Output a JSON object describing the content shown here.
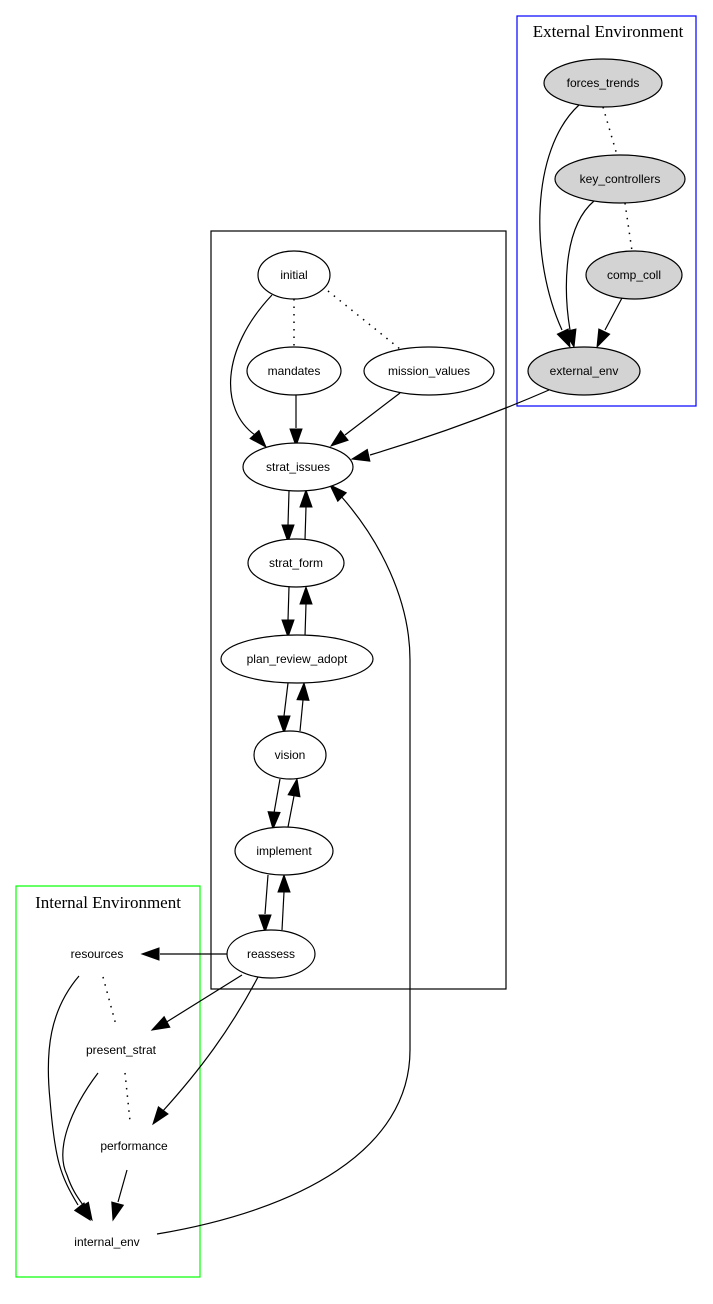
{
  "diagram": {
    "clusters": [
      {
        "id": "external",
        "label": "External Environment",
        "color": "#0000ff"
      },
      {
        "id": "main",
        "label": "",
        "color": "#000000"
      },
      {
        "id": "internal",
        "label": "Internal Environment",
        "color": "#00ff00"
      }
    ],
    "nodes": [
      {
        "id": "forces_trends",
        "label": "forces_trends",
        "cluster": "external",
        "shape": "ellipse",
        "fill": "#d3d3d3"
      },
      {
        "id": "key_controllers",
        "label": "key_controllers",
        "cluster": "external",
        "shape": "ellipse",
        "fill": "#d3d3d3"
      },
      {
        "id": "comp_coll",
        "label": "comp_coll",
        "cluster": "external",
        "shape": "ellipse",
        "fill": "#d3d3d3"
      },
      {
        "id": "external_env",
        "label": "external_env",
        "cluster": "external",
        "shape": "ellipse",
        "fill": "#d3d3d3"
      },
      {
        "id": "initial",
        "label": "initial",
        "cluster": "main",
        "shape": "ellipse",
        "fill": "#ffffff"
      },
      {
        "id": "mandates",
        "label": "mandates",
        "cluster": "main",
        "shape": "ellipse",
        "fill": "#ffffff"
      },
      {
        "id": "mission_values",
        "label": "mission_values",
        "cluster": "main",
        "shape": "ellipse",
        "fill": "#ffffff"
      },
      {
        "id": "strat_issues",
        "label": "strat_issues",
        "cluster": "main",
        "shape": "ellipse",
        "fill": "#ffffff"
      },
      {
        "id": "strat_form",
        "label": "strat_form",
        "cluster": "main",
        "shape": "ellipse",
        "fill": "#ffffff"
      },
      {
        "id": "plan_review_adopt",
        "label": "plan_review_adopt",
        "cluster": "main",
        "shape": "ellipse",
        "fill": "#ffffff"
      },
      {
        "id": "vision",
        "label": "vision",
        "cluster": "main",
        "shape": "ellipse",
        "fill": "#ffffff"
      },
      {
        "id": "implement",
        "label": "implement",
        "cluster": "main",
        "shape": "ellipse",
        "fill": "#ffffff"
      },
      {
        "id": "reassess",
        "label": "reassess",
        "cluster": "main",
        "shape": "ellipse",
        "fill": "#ffffff"
      },
      {
        "id": "resources",
        "label": "resources",
        "cluster": "internal",
        "shape": "plaintext"
      },
      {
        "id": "present_strat",
        "label": "present_strat",
        "cluster": "internal",
        "shape": "plaintext"
      },
      {
        "id": "performance",
        "label": "performance",
        "cluster": "internal",
        "shape": "plaintext"
      },
      {
        "id": "internal_env",
        "label": "internal_env",
        "cluster": "internal",
        "shape": "plaintext"
      }
    ],
    "edges": [
      {
        "from": "forces_trends",
        "to": "key_controllers",
        "style": "dotted",
        "arrow": false
      },
      {
        "from": "key_controllers",
        "to": "comp_coll",
        "style": "dotted",
        "arrow": false
      },
      {
        "from": "forces_trends",
        "to": "external_env",
        "style": "solid",
        "arrow": true
      },
      {
        "from": "key_controllers",
        "to": "external_env",
        "style": "solid",
        "arrow": true
      },
      {
        "from": "comp_coll",
        "to": "external_env",
        "style": "solid",
        "arrow": true
      },
      {
        "from": "initial",
        "to": "mandates",
        "style": "dotted",
        "arrow": false
      },
      {
        "from": "initial",
        "to": "mission_values",
        "style": "dotted",
        "arrow": false
      },
      {
        "from": "initial",
        "to": "strat_issues",
        "style": "solid",
        "arrow": true
      },
      {
        "from": "mandates",
        "to": "strat_issues",
        "style": "solid",
        "arrow": true
      },
      {
        "from": "mission_values",
        "to": "strat_issues",
        "style": "solid",
        "arrow": true
      },
      {
        "from": "external_env",
        "to": "strat_issues",
        "style": "solid",
        "arrow": true
      },
      {
        "from": "strat_issues",
        "to": "strat_form",
        "style": "solid",
        "arrow": true
      },
      {
        "from": "strat_form",
        "to": "strat_issues",
        "style": "solid",
        "arrow": true
      },
      {
        "from": "strat_form",
        "to": "plan_review_adopt",
        "style": "solid",
        "arrow": true
      },
      {
        "from": "plan_review_adopt",
        "to": "strat_form",
        "style": "solid",
        "arrow": true
      },
      {
        "from": "plan_review_adopt",
        "to": "vision",
        "style": "solid",
        "arrow": true
      },
      {
        "from": "vision",
        "to": "plan_review_adopt",
        "style": "solid",
        "arrow": true
      },
      {
        "from": "vision",
        "to": "implement",
        "style": "solid",
        "arrow": true
      },
      {
        "from": "implement",
        "to": "vision",
        "style": "solid",
        "arrow": true
      },
      {
        "from": "implement",
        "to": "reassess",
        "style": "solid",
        "arrow": true
      },
      {
        "from": "reassess",
        "to": "implement",
        "style": "solid",
        "arrow": true
      },
      {
        "from": "reassess",
        "to": "resources",
        "style": "solid",
        "arrow": true
      },
      {
        "from": "reassess",
        "to": "present_strat",
        "style": "solid",
        "arrow": true
      },
      {
        "from": "reassess",
        "to": "performance",
        "style": "solid",
        "arrow": true
      },
      {
        "from": "resources",
        "to": "present_strat",
        "style": "dotted",
        "arrow": false
      },
      {
        "from": "present_strat",
        "to": "performance",
        "style": "dotted",
        "arrow": false
      },
      {
        "from": "resources",
        "to": "internal_env",
        "style": "solid",
        "arrow": true
      },
      {
        "from": "present_strat",
        "to": "internal_env",
        "style": "solid",
        "arrow": true
      },
      {
        "from": "performance",
        "to": "internal_env",
        "style": "solid",
        "arrow": true
      },
      {
        "from": "internal_env",
        "to": "strat_issues",
        "style": "solid",
        "arrow": true
      }
    ]
  }
}
